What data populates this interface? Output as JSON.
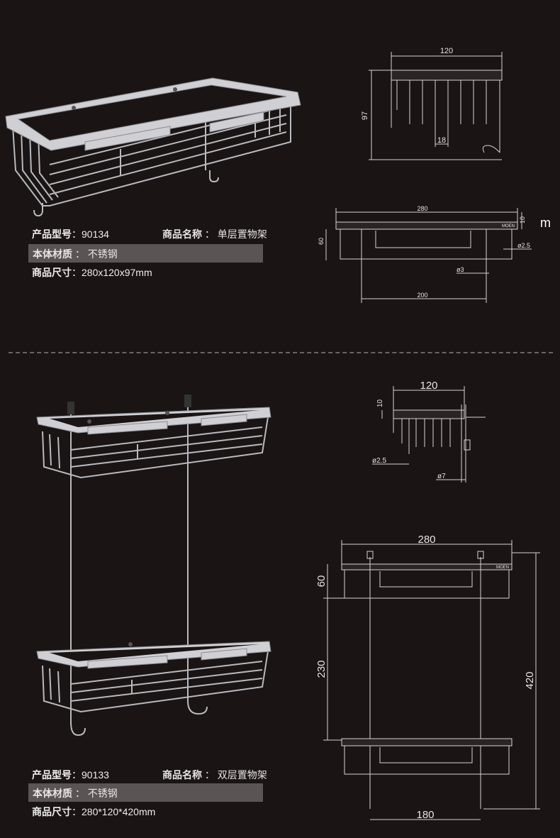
{
  "products": [
    {
      "model_label": "产品型号",
      "model_value": "90134",
      "name_label": "商品名称",
      "name_value": "单层置物架",
      "material_label": "本体材质",
      "material_value": "不锈钢",
      "size_label": "商品尺寸",
      "size_value": "280x120x97mm"
    },
    {
      "model_label": "产品型号",
      "model_value": "90133",
      "name_label": "商品名称",
      "name_value": "双层置物架",
      "material_label": "本体材质",
      "material_value": "不锈钢",
      "size_label": "商品尺寸",
      "size_value": "280*120*420mm"
    }
  ],
  "stray_label": "m",
  "drawings": {
    "single_side": {
      "width": "120",
      "height": "97",
      "spacing": "18"
    },
    "single_front": {
      "width": "280",
      "thickness": "10",
      "height": "60",
      "wire": "ø2.5",
      "rod": "ø3",
      "hook_span": "200",
      "brand": "MOEN"
    },
    "double_side": {
      "width": "120",
      "thickness": "10",
      "wire": "ø2.5",
      "post": "ø7"
    },
    "double_front": {
      "width": "280",
      "top_height": "60",
      "gap": "230",
      "total": "420",
      "hook_span": "180",
      "brand": "MOEN"
    }
  },
  "colors": {
    "background": "#1a1414",
    "bar": "#5a5454",
    "line": "#d8d4d4",
    "metal": "#c8c8cc"
  }
}
